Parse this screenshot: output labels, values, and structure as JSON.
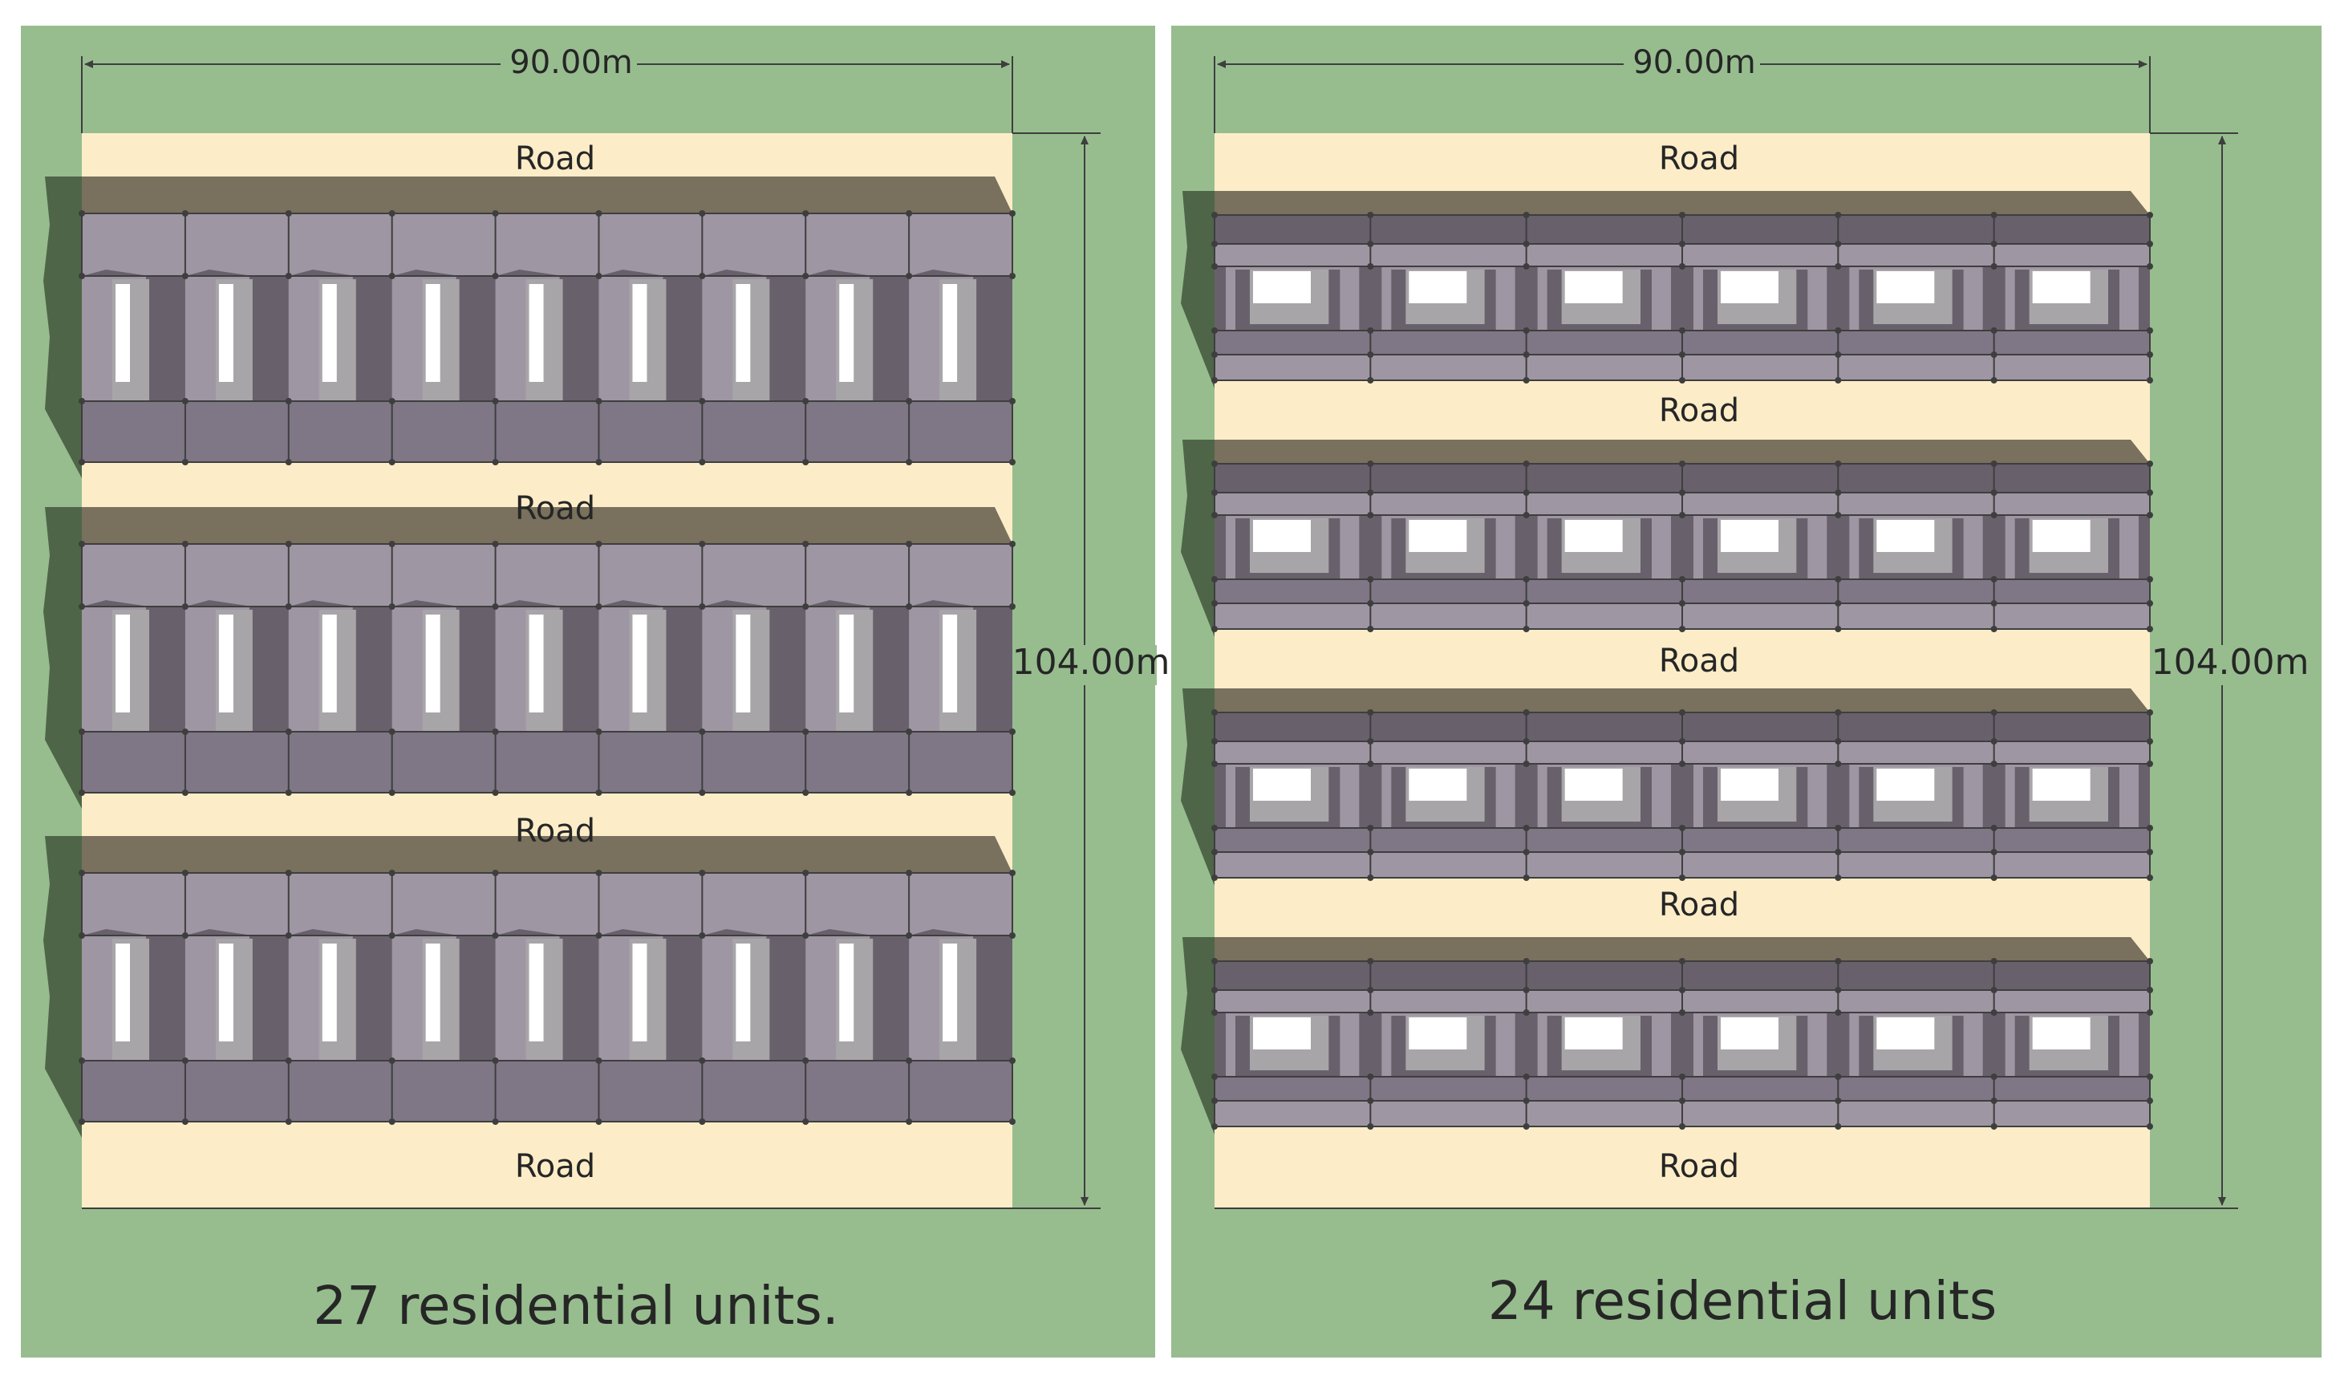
{
  "colors": {
    "grass": "#97bd8f",
    "road": "#fcedc8",
    "roof_front": "#9f96a4",
    "roof_back": "#7f7785",
    "roof_dark": "#68616c",
    "eave": "#79705d",
    "shadow": "#4f6548",
    "court_light": "#a8a5a8",
    "window": "#ffffff",
    "line": "#3e3e3e",
    "text": "#262626"
  },
  "icons": [
    "dimension-arrow-icon"
  ],
  "panels": [
    {
      "id": "left",
      "width_label": "90.00m",
      "height_label": "104.00m",
      "caption": "27 residential units.",
      "road_labels": [
        "Road",
        "Road",
        "Road",
        "Road"
      ],
      "layout": "narrow-strip",
      "rows": 3,
      "units_per_row": 9
    },
    {
      "id": "right",
      "width_label": "90.00m",
      "height_label": "104.00m",
      "caption": "24 residential units",
      "road_labels": [
        "Road",
        "Road",
        "Road",
        "Road",
        "Road"
      ],
      "layout": "courtyard",
      "rows": 4,
      "units_per_row": 6
    }
  ]
}
